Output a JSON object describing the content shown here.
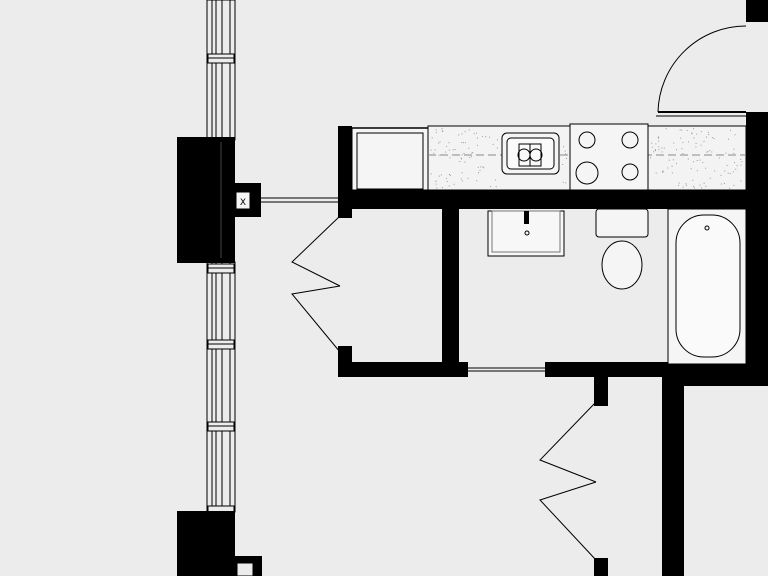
{
  "plan": {
    "background_color": "#ececec",
    "wall_color": "#000000",
    "fixture_fill": "#f5f5f5",
    "counter_speckle_color": "#9a9a9a",
    "rooms": [
      "kitchenette",
      "bathroom",
      "closet",
      "hall-closet"
    ],
    "fixtures": [
      "sink",
      "cooktop",
      "bathroom-sink",
      "toilet",
      "bathtub",
      "refrigerator",
      "window-wall",
      "mech-shaft"
    ],
    "icons": [
      "swing-door-arc",
      "bifold-door",
      "sliding-door"
    ],
    "labels": {
      "mech_symbol": "X"
    }
  }
}
